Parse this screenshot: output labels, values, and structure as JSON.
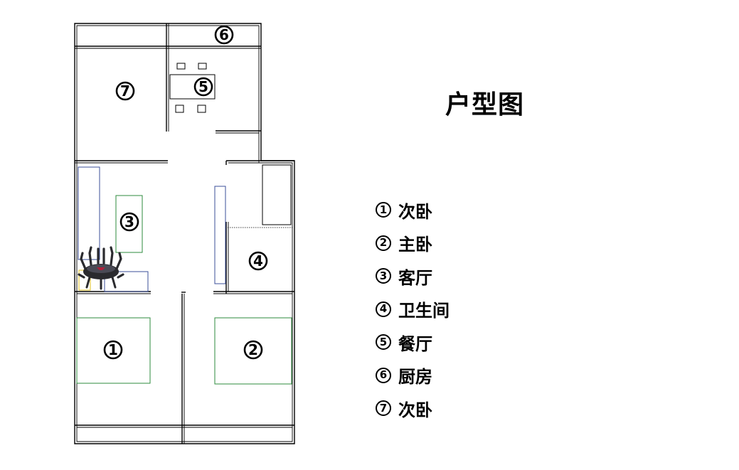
{
  "title": "户型图",
  "legend": [
    {
      "num": "1",
      "label": "次卧"
    },
    {
      "num": "2",
      "label": "主卧"
    },
    {
      "num": "3",
      "label": "客厅"
    },
    {
      "num": "4",
      "label": "卫生间"
    },
    {
      "num": "5",
      "label": "餐厅"
    },
    {
      "num": "6",
      "label": "厨房"
    },
    {
      "num": "7",
      "label": "次卧"
    }
  ],
  "plan_markers": [
    "1",
    "2",
    "3",
    "4",
    "5",
    "6",
    "7"
  ],
  "colors": {
    "walls": "#000000",
    "furniture_green": "#2e8b3e",
    "furniture_blue": "#3b4f9a",
    "furniture_yellow": "#e0c020",
    "router": "#2a2a2e"
  },
  "icons": {
    "router": "wifi-router-icon"
  }
}
